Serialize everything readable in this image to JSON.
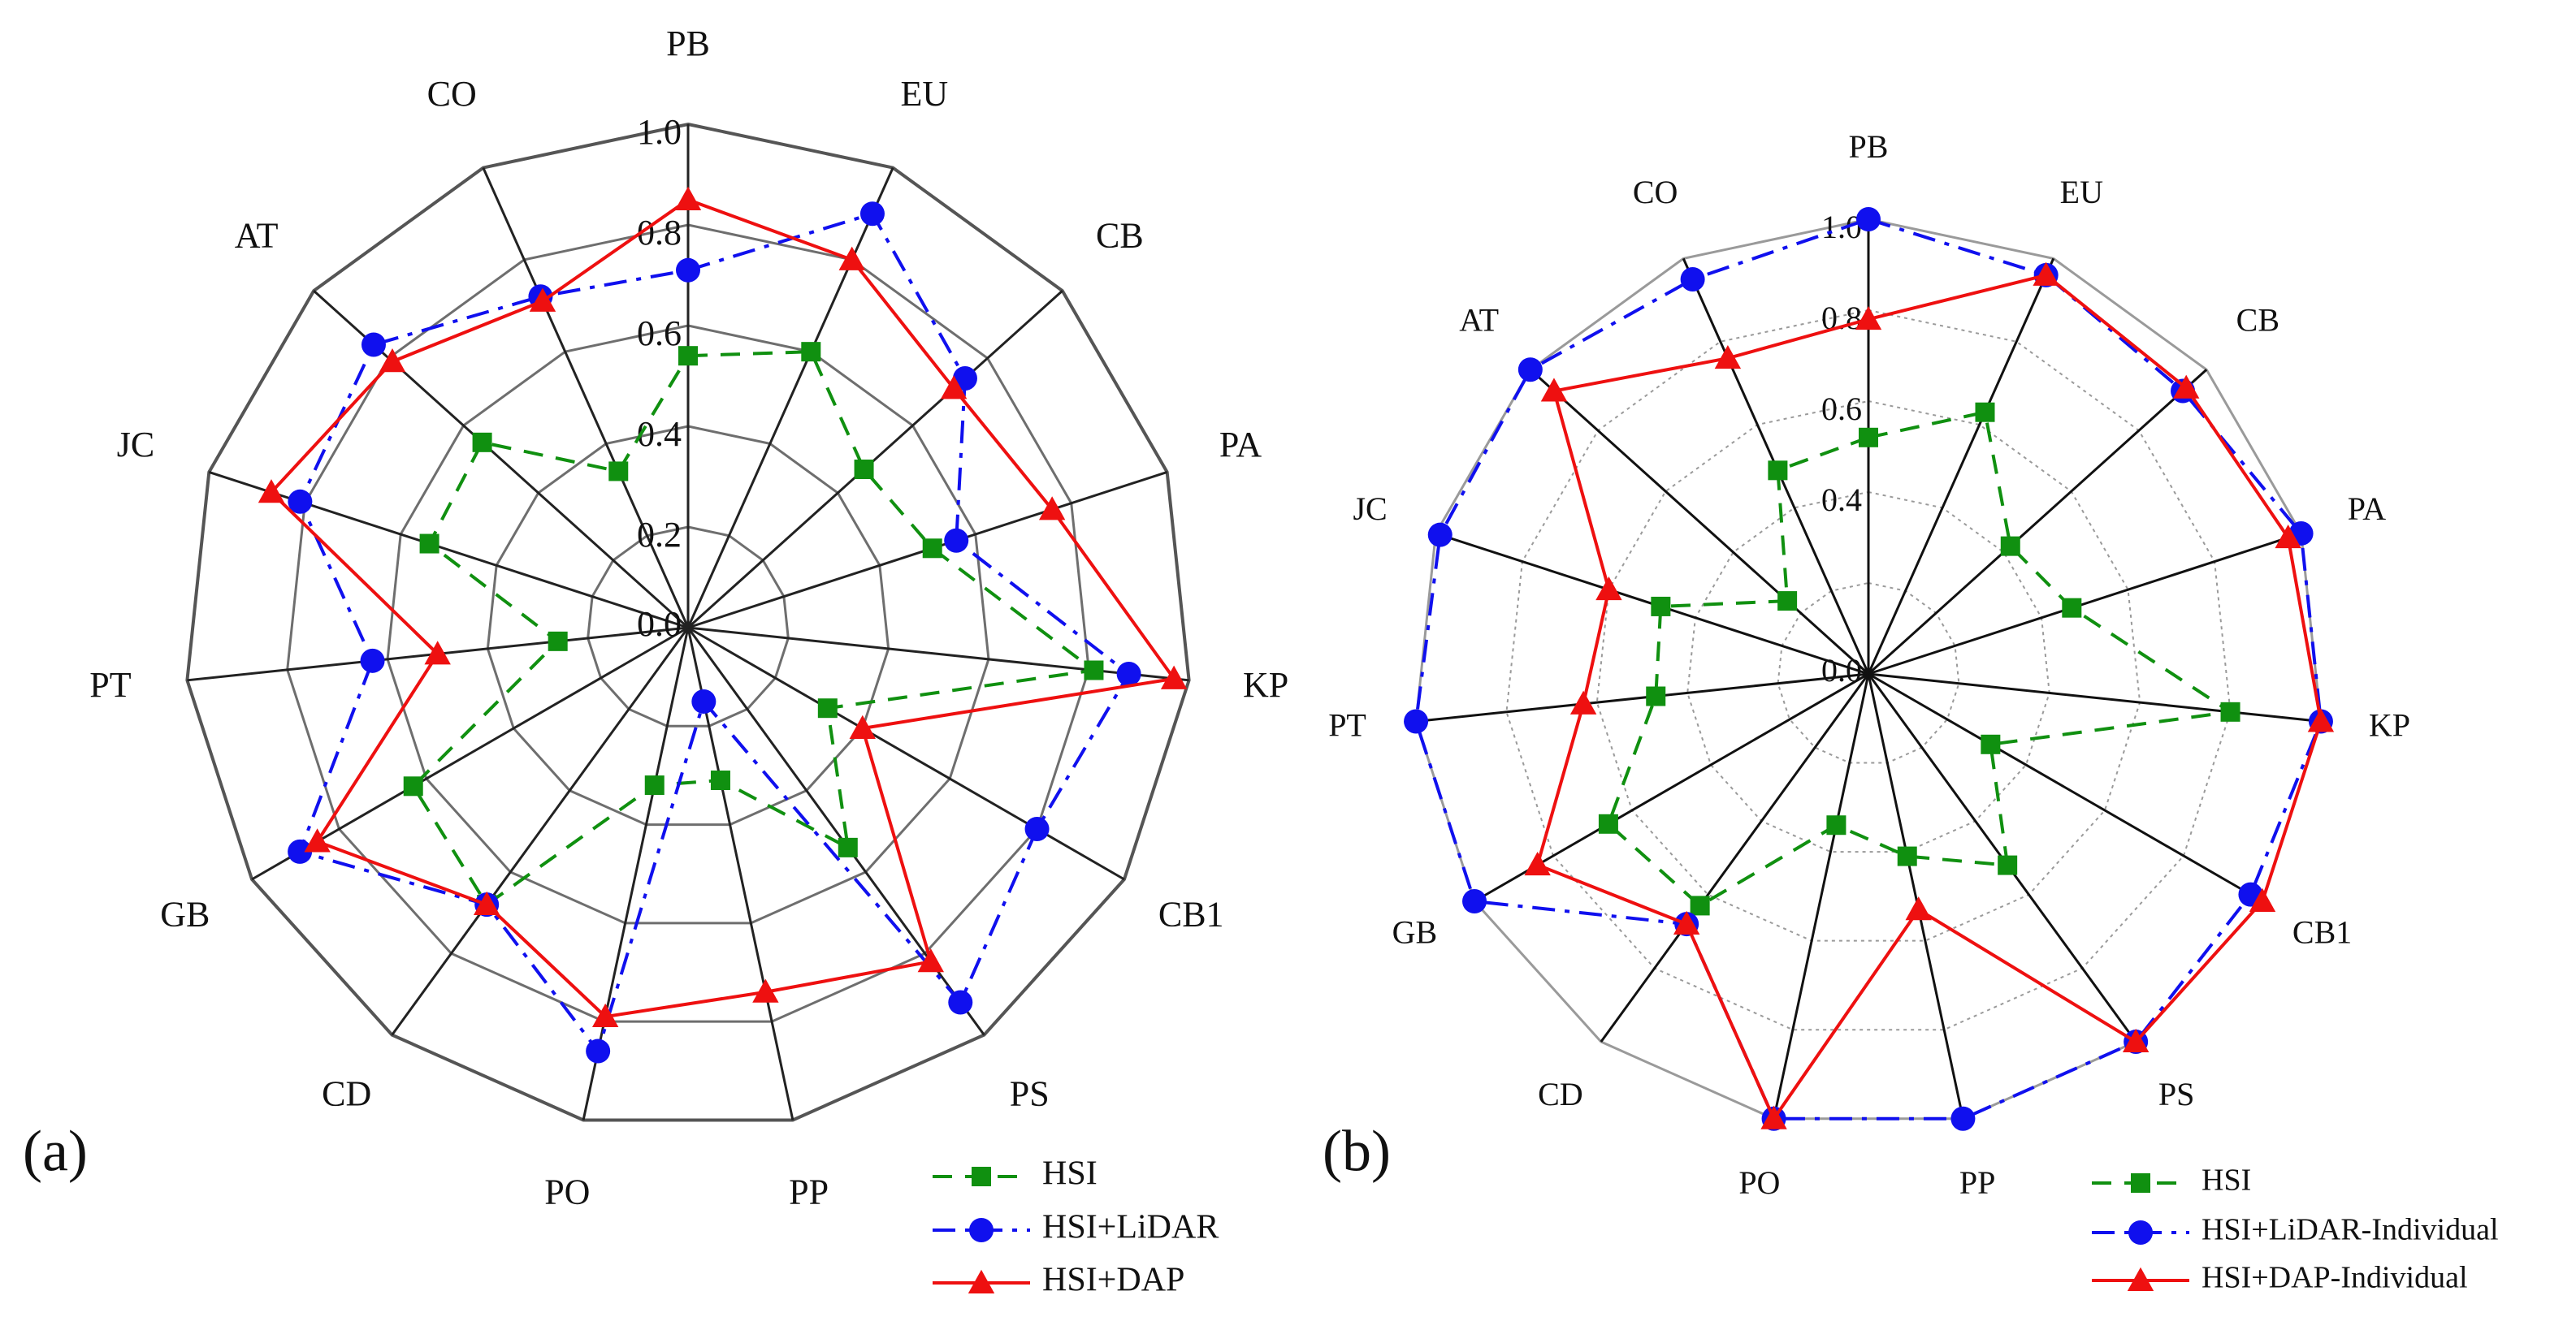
{
  "chart_data": [
    {
      "type": "radar",
      "panel_label": "(a)",
      "categories": [
        "PB",
        "EU",
        "CB",
        "PA",
        "KP",
        "CB1",
        "PS",
        "PP",
        "PO",
        "CD",
        "GB",
        "PT",
        "JC",
        "AT",
        "CO"
      ],
      "tick_labels": [
        "0.0",
        "0.2",
        "0.4",
        "0.6",
        "0.8",
        "1.0"
      ],
      "rlim": [
        0,
        1.0
      ],
      "grid": true,
      "legend_position": "bottom-right",
      "series": [
        {
          "name": "HSI",
          "color": "#109010",
          "style": "dashed",
          "marker": "square",
          "values": [
            0.54,
            0.6,
            0.47,
            0.51,
            0.81,
            0.32,
            0.54,
            0.31,
            0.32,
            0.68,
            0.63,
            0.26,
            0.54,
            0.55,
            0.34
          ]
        },
        {
          "name": "HSI+LiDAR",
          "color": "#1010EE",
          "style": "dashdot",
          "marker": "circle",
          "values": [
            0.71,
            0.9,
            0.74,
            0.56,
            0.88,
            0.8,
            0.92,
            0.15,
            0.86,
            0.68,
            0.89,
            0.63,
            0.81,
            0.84,
            0.72
          ]
        },
        {
          "name": "HSI+DAP",
          "color": "#EE1010",
          "style": "solid",
          "marker": "triangle",
          "values": [
            0.85,
            0.8,
            0.71,
            0.76,
            0.97,
            0.4,
            0.82,
            0.74,
            0.79,
            0.68,
            0.85,
            0.5,
            0.87,
            0.79,
            0.71
          ]
        }
      ]
    },
    {
      "type": "radar",
      "panel_label": "(b)",
      "categories": [
        "PB",
        "EU",
        "CB",
        "PA",
        "KP",
        "CB1",
        "PS",
        "PP",
        "PO",
        "CD",
        "GB",
        "PT",
        "JC",
        "AT",
        "CO"
      ],
      "tick_labels": [
        "0.0",
        "0.4",
        "0.6",
        "0.8",
        "1.0"
      ],
      "rlim": [
        0,
        1.0
      ],
      "grid": true,
      "legend_position": "bottom-right",
      "series": [
        {
          "name": "HSI",
          "color": "#109010",
          "style": "dashed",
          "marker": "square",
          "values": [
            0.52,
            0.63,
            0.42,
            0.47,
            0.8,
            0.31,
            0.52,
            0.41,
            0.34,
            0.63,
            0.66,
            0.47,
            0.48,
            0.24,
            0.49
          ]
        },
        {
          "name": "HSI+LiDAR-Individual",
          "color": "#1010EE",
          "style": "dashdot",
          "marker": "circle",
          "values": [
            1.0,
            0.96,
            0.93,
            1.0,
            1.0,
            0.97,
            1.0,
            1.0,
            1.0,
            0.68,
            1.0,
            1.0,
            0.99,
            1.0,
            0.95
          ]
        },
        {
          "name": "HSI+DAP-Individual",
          "color": "#EE1010",
          "style": "solid",
          "marker": "triangle",
          "values": [
            0.78,
            0.96,
            0.94,
            0.97,
            1.0,
            1.0,
            1.0,
            0.53,
            1.0,
            0.68,
            0.84,
            0.63,
            0.6,
            0.93,
            0.76
          ]
        }
      ]
    }
  ]
}
